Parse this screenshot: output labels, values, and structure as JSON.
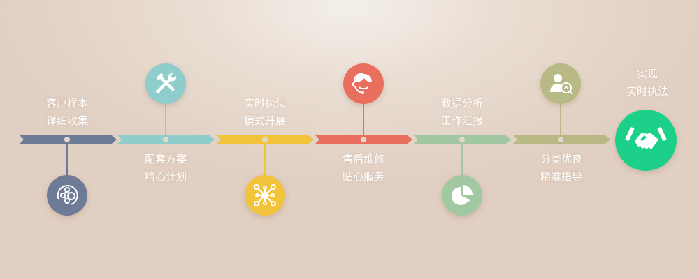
{
  "steps": [
    {
      "line1": "客户样本",
      "line2": "详细收集",
      "icon": "network-icon",
      "color": "#6d7b96",
      "position": "label-top"
    },
    {
      "line1": "配套方案",
      "line2": "精心计划",
      "icon": "tools-icon",
      "color": "#8ecdcc",
      "position": "label-bottom"
    },
    {
      "line1": "实时执法",
      "line2": "模式开展",
      "icon": "hub-icon",
      "color": "#f2c43b",
      "position": "label-top"
    },
    {
      "line1": "售后维修",
      "line2": "贴心服务",
      "icon": "customer-service-icon",
      "color": "#ea6e5d",
      "position": "label-bottom"
    },
    {
      "line1": "数据分析",
      "line2": "工作汇报",
      "icon": "pie-chart-icon",
      "color": "#a2c8a2",
      "position": "label-top"
    },
    {
      "line1": "分类优良",
      "line2": "精准指导",
      "icon": "user-search-icon",
      "color": "#b8b985",
      "position": "label-bottom"
    }
  ],
  "final": {
    "line1": "实现",
    "line2": "实时执法",
    "icon": "handshake-icon",
    "color": "#1dd089"
  }
}
